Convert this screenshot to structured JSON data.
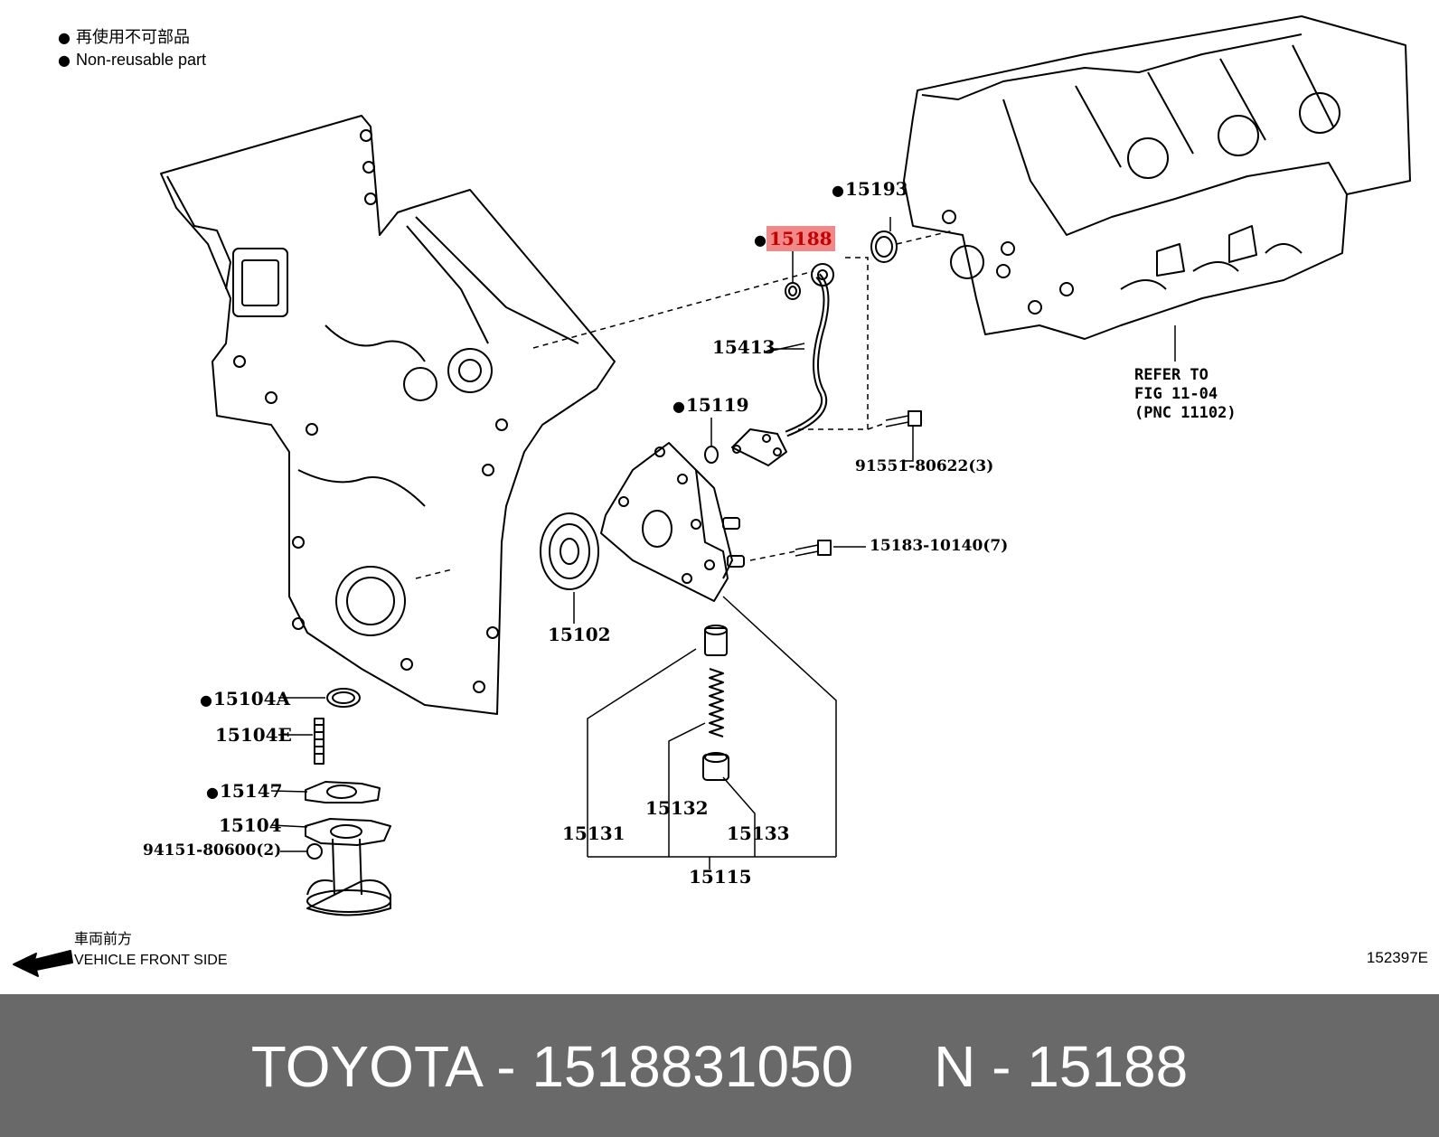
{
  "legend": {
    "jp": "再使用不可部品",
    "en": "Non-reusable part"
  },
  "front": {
    "jp": "車両前方",
    "en": "VEHICLE FRONT SIDE"
  },
  "refer": {
    "line1": "REFER TO",
    "line2": "FIG 11-04",
    "line3": "(PNC 11102)"
  },
  "parts": {
    "p15193": "15193",
    "p15188": "15188",
    "p15413": "15413",
    "p15119": "15119",
    "p91551": "91551-80622(3)",
    "p15183": "15183-10140(7)",
    "p15102": "15102",
    "p15104A": "15104A",
    "p15104E": "15104E",
    "p15147": "15147",
    "p15104": "15104",
    "p94151": "94151-80600(2)",
    "p15132": "15132",
    "p15131": "15131",
    "p15133": "15133",
    "p15115": "15115"
  },
  "illustration_code": "152397E",
  "footer": {
    "text": "TOYOTA - 1518831050     N - 15188"
  },
  "colors": {
    "footer_bg": "#696969",
    "highlight_bg": "#f08a8a",
    "highlight_text": "#c40000"
  }
}
